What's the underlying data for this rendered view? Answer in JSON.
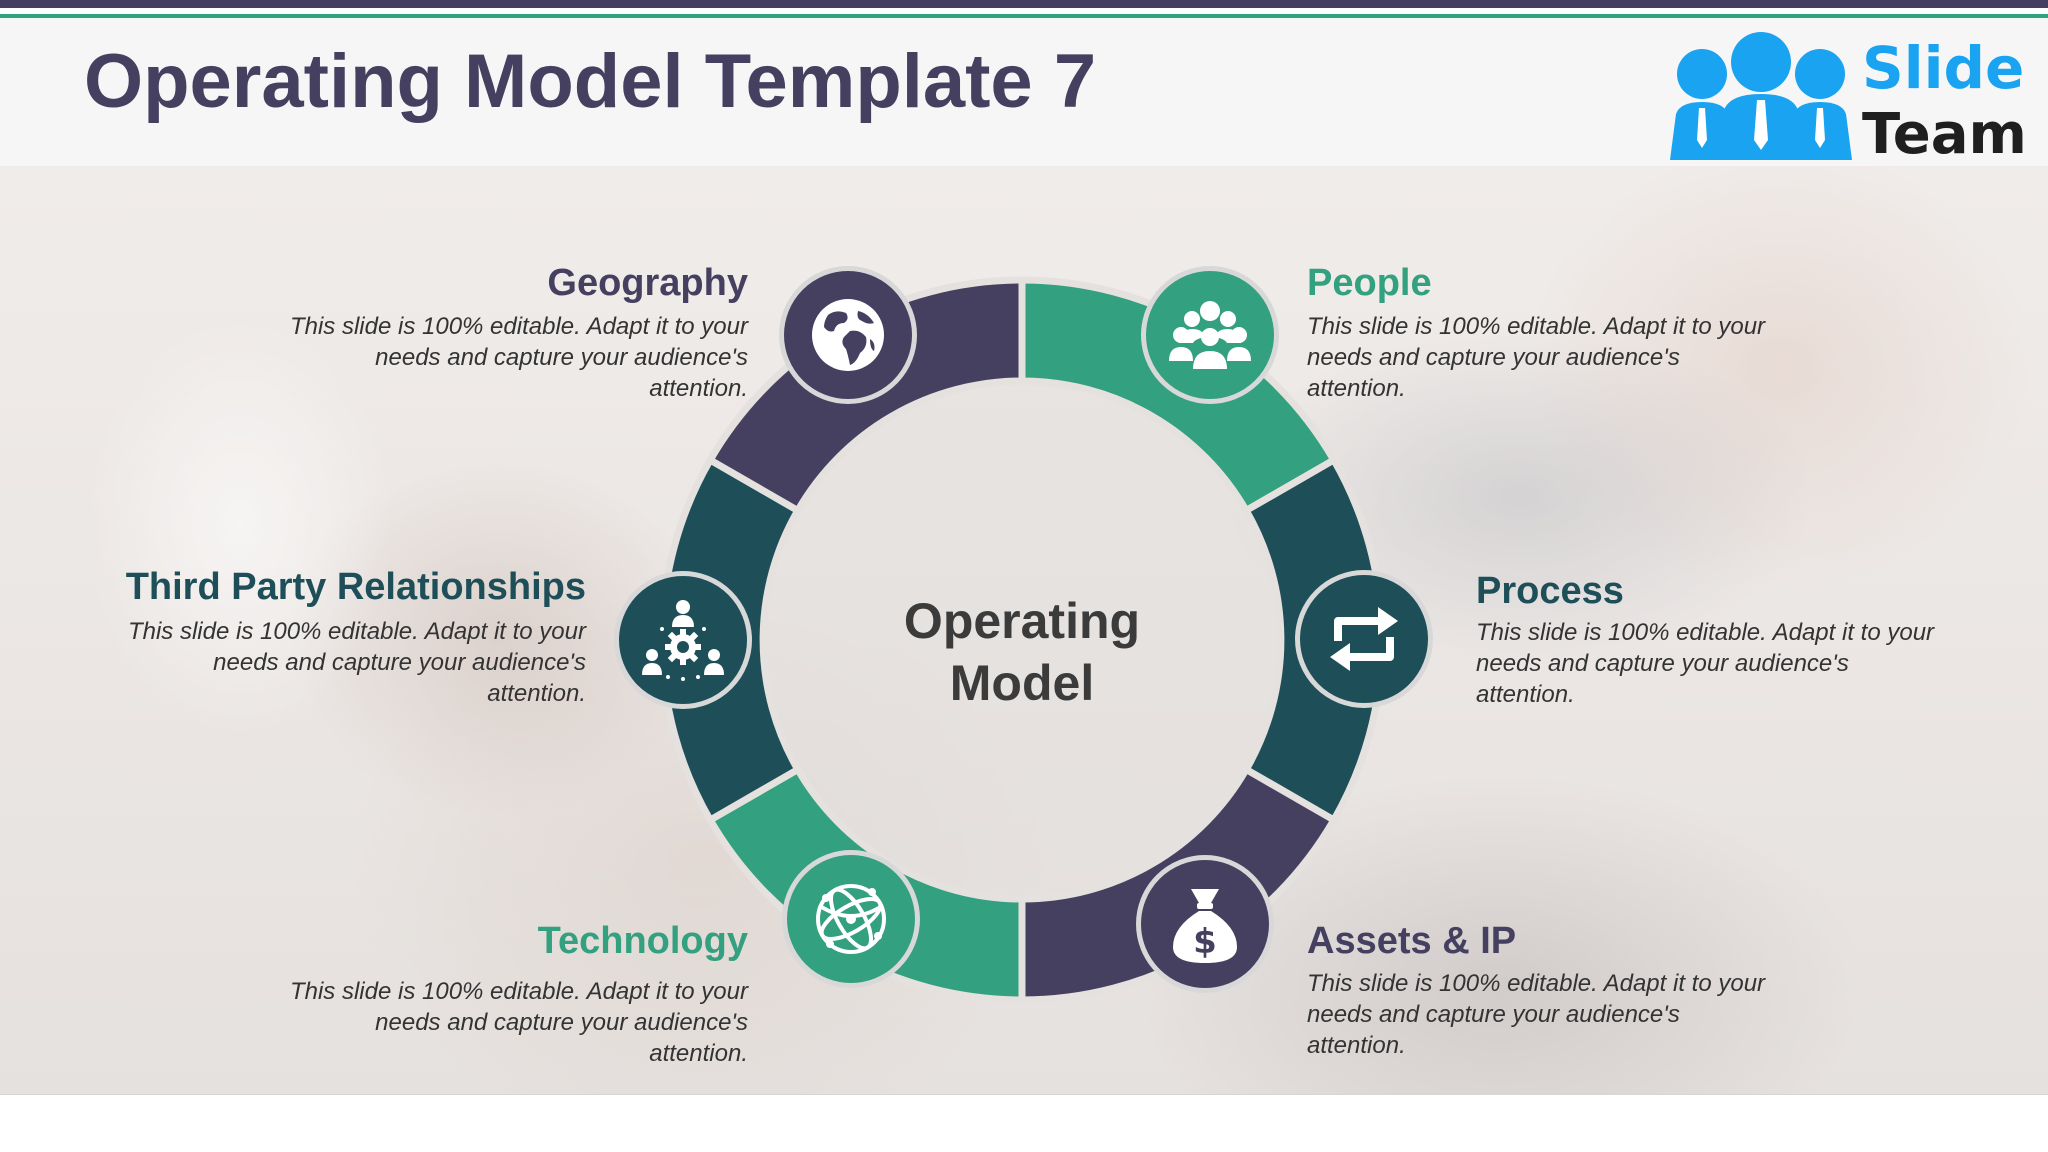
{
  "slide": {
    "title": "Operating Model Template 7",
    "logo": {
      "line1": "Slide",
      "line2": "Team"
    },
    "center": {
      "line1": "Operating",
      "line2": "Model"
    },
    "colors": {
      "purple": "#454060",
      "green": "#33a07f",
      "teal": "#1e4f59",
      "logo_blue": "#1aa3f0"
    }
  },
  "items": [
    {
      "id": "geography",
      "title": "Geography",
      "icon": "globe-icon",
      "description": "This slide is 100% editable. Adapt it to your needs and capture your audience's attention."
    },
    {
      "id": "people",
      "title": "People",
      "icon": "people-group-icon",
      "description": "This slide is 100% editable. Adapt it to your needs and capture your audience's attention."
    },
    {
      "id": "third_party",
      "title": "Third Party Relationships",
      "icon": "network-gear-icon",
      "description": "This slide is 100% editable. Adapt it to your needs and capture your audience's attention."
    },
    {
      "id": "process",
      "title": "Process",
      "icon": "refresh-cycle-icon",
      "description": "This slide is 100% editable. Adapt it to your needs and capture your audience's attention."
    },
    {
      "id": "technology",
      "title": "Technology",
      "icon": "network-globe-icon",
      "description": "This slide is 100% editable. Adapt it to your needs and capture your audience's attention."
    },
    {
      "id": "assets",
      "title": "Assets & IP",
      "icon": "money-bag-icon",
      "description": "This slide is 100% editable. Adapt it to your needs and capture your audience's attention."
    }
  ]
}
